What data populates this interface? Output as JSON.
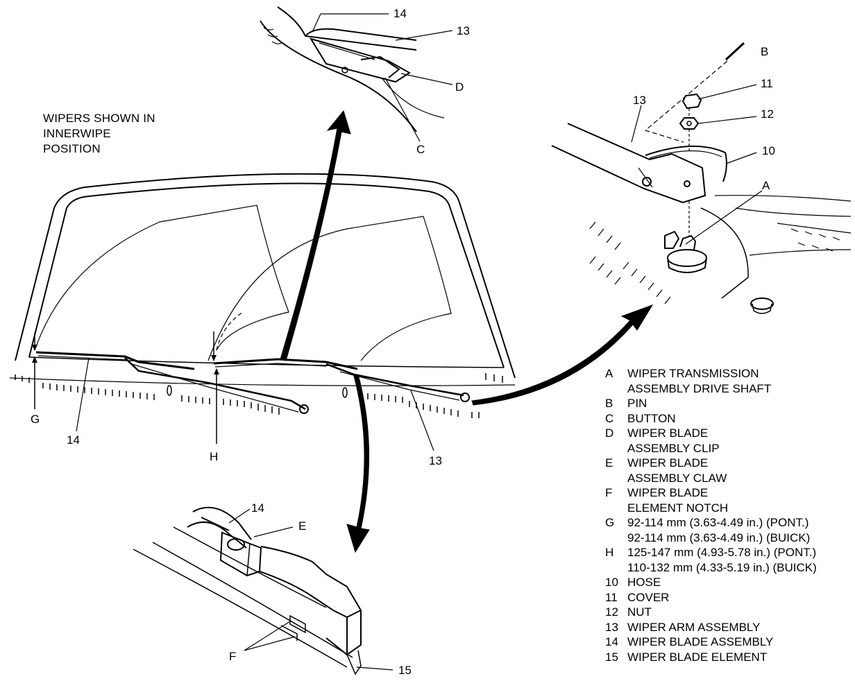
{
  "caption": [
    "WIPERS SHOWN IN",
    "INNERWIPE",
    "POSITION"
  ],
  "callouts": {
    "top_detail": [
      "14",
      "13",
      "D",
      "C"
    ],
    "right_detail": [
      "B",
      "11",
      "12",
      "13",
      "10",
      "A"
    ],
    "main_view": [
      "G",
      "14",
      "H",
      "13"
    ],
    "bottom_detail": [
      "14",
      "E",
      "F",
      "15"
    ]
  },
  "legend": [
    {
      "key": "A",
      "lines": [
        "WIPER TRANSMISSION",
        "ASSEMBLY DRIVE SHAFT"
      ]
    },
    {
      "key": "B",
      "lines": [
        "PIN"
      ]
    },
    {
      "key": "C",
      "lines": [
        "BUTTON"
      ]
    },
    {
      "key": "D",
      "lines": [
        "WIPER BLADE",
        "ASSEMBLY CLIP"
      ]
    },
    {
      "key": "E",
      "lines": [
        "WIPER BLADE",
        "ASSEMBLY CLAW"
      ]
    },
    {
      "key": "F",
      "lines": [
        "WIPER BLADE",
        "ELEMENT NOTCH"
      ]
    },
    {
      "key": "G",
      "lines": [
        "92-114 mm (3.63-4.49 in.) (PONT.)",
        "92-114 mm (3.63-4.49 in.) (BUICK)"
      ]
    },
    {
      "key": "H",
      "lines": [
        "125-147 mm (4.93-5.78 in.) (PONT.)",
        "110-132 mm (4.33-5.19 in.) (BUICK)"
      ]
    },
    {
      "key": "10",
      "lines": [
        "HOSE"
      ]
    },
    {
      "key": "11",
      "lines": [
        "COVER"
      ]
    },
    {
      "key": "12",
      "lines": [
        "NUT"
      ]
    },
    {
      "key": "13",
      "lines": [
        "WIPER ARM ASSEMBLY"
      ]
    },
    {
      "key": "14",
      "lines": [
        "WIPER BLADE ASSEMBLY"
      ]
    },
    {
      "key": "15",
      "lines": [
        "WIPER BLADE ELEMENT"
      ]
    }
  ]
}
